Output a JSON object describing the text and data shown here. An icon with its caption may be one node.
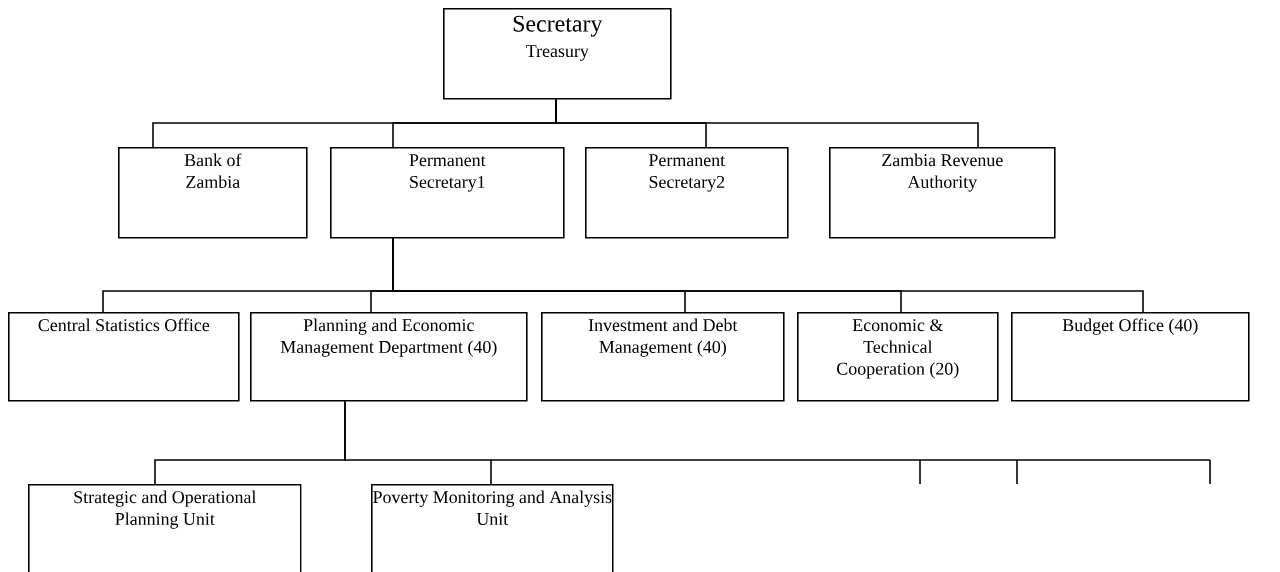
{
  "diagram": {
    "nodes": [
      {
        "text": [
          "Secretary",
          "Treasury"
        ]
      },
      {
        "text": [
          "Bank of Zambia"
        ]
      },
      {
        "text": [
          "Permanent Secretary1"
        ]
      },
      {
        "text": [
          "Permanent Secretary2"
        ]
      },
      {
        "text": [
          "Zambia Revenue Authority"
        ]
      },
      {
        "text": [
          "Central Statistics Office"
        ]
      },
      {
        "text": [
          "Planning and Economic Management Department (40)"
        ]
      },
      {
        "text": [
          "Investment and Debt Management (40)"
        ]
      },
      {
        "text": [
          "Economic & Technical Cooperation (20)"
        ]
      },
      {
        "text": [
          "Budget Office (40)"
        ]
      },
      {
        "text": [
          "Strategic and Operational Planning Unit"
        ]
      },
      {
        "text": [
          "Poverty Monitoring and Analysis Unit"
        ]
      }
    ],
    "edges": [
      {
        "from": 0,
        "to": 1,
        "arrow": "none"
      },
      {
        "from": 0,
        "to": 2,
        "arrow": "none"
      },
      {
        "from": 0,
        "to": 3,
        "arrow": "none"
      },
      {
        "from": 0,
        "to": 4,
        "arrow": "none"
      },
      {
        "from": 2,
        "to": 5,
        "arrow": "none"
      },
      {
        "from": 2,
        "to": 6,
        "arrow": "none"
      },
      {
        "from": 2,
        "to": 7,
        "arrow": "none"
      },
      {
        "from": 2,
        "to": 8,
        "arrow": "none"
      },
      {
        "from": 2,
        "to": 9,
        "arrow": "none"
      },
      {
        "from": 6,
        "to": 10,
        "arrow": "none"
      },
      {
        "from": 6,
        "to": 11,
        "arrow": "none"
      }
    ]
  }
}
